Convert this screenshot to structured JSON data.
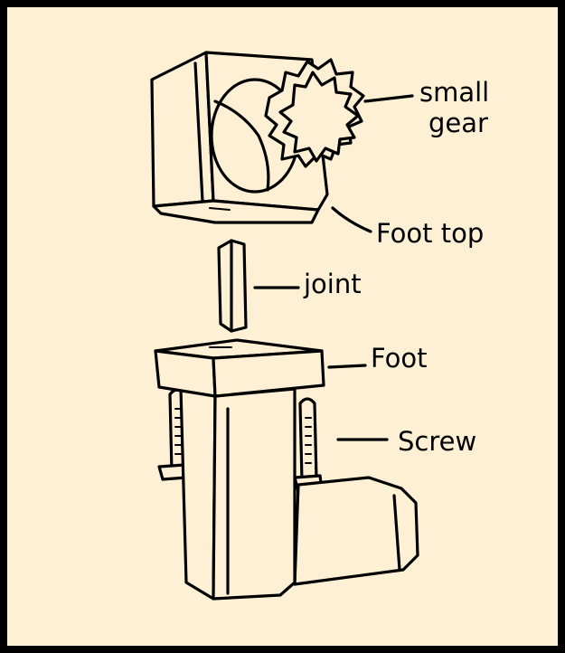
{
  "labels": {
    "small_gear_line1": "small",
    "small_gear_line2": "gear",
    "foot_top": "Foot top",
    "joint": "joint",
    "foot": "Foot",
    "screw": "Screw"
  },
  "colors": {
    "background": "#fdf0d5",
    "ink": "#000000"
  }
}
